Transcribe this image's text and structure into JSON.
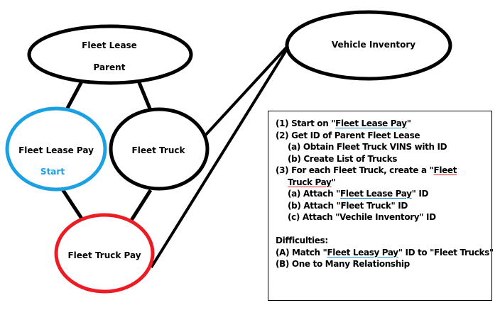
{
  "colors": {
    "start_node": "#1ba1e2",
    "target_node": "#ed1c24",
    "default_node": "#000000",
    "underline_blue": "#1a8fd0",
    "underline_red": "#e01b24"
  },
  "nodes": {
    "fleet_lease": {
      "line1": "Fleet Lease",
      "line2": "Parent"
    },
    "vehicle_inventory": {
      "label": "Vehicle Inventory"
    },
    "fleet_lease_pay": {
      "label": "Fleet Lease Pay",
      "sub": "Start"
    },
    "fleet_truck": {
      "label": "Fleet Truck"
    },
    "fleet_truck_pay": {
      "label": "Fleet Truck Pay"
    }
  },
  "edges": [
    {
      "from": "fleet_lease",
      "to": "fleet_lease_pay"
    },
    {
      "from": "fleet_lease",
      "to": "fleet_truck"
    },
    {
      "from": "fleet_lease_pay",
      "to": "fleet_truck_pay"
    },
    {
      "from": "fleet_truck",
      "to": "fleet_truck_pay"
    },
    {
      "from": "vehicle_inventory",
      "to": "fleet_truck"
    },
    {
      "from": "vehicle_inventory",
      "to": "fleet_truck_pay"
    }
  ],
  "notes": {
    "step1_prefix": "(1) Start on \"",
    "step1_link": "Fleet Lease Pay",
    "step1_suffix": "\"",
    "step2": "(2) Get ID of Parent Fleet Lease",
    "step2a": "(a) Obtain Fleet Truck VINS with ID",
    "step2b": "(b) Create List of Trucks",
    "step3_prefix": "(3) For each Fleet Truck, create a \"",
    "step3_link1": "Fleet",
    "step3_link2": "Truck Pay",
    "step3_suffix": "\"",
    "step3a_prefix": "(a) Attach \"",
    "step3a_link": "Fleet Lease Pay",
    "step3a_suffix": "\" ID",
    "step3b": "(b) Attach \"Fleet Truck\" ID",
    "step3c": "(c) Attach \"Vechile Inventory\" ID",
    "difficulties_heading": "Difficulties:",
    "diffA_prefix": "(A) Match \"",
    "diffA_link": "Fleet Leasy Pay",
    "diffA_suffix": "\" ID to \"Fleet Trucks\"",
    "diffB": "(B) One to Many Relationship"
  }
}
